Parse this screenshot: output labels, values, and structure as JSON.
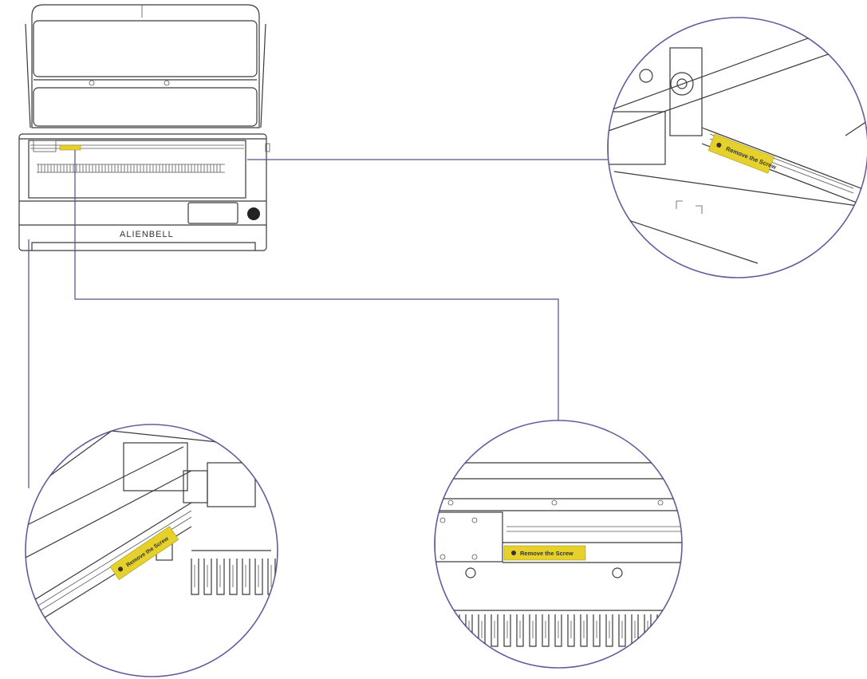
{
  "brand": {
    "logo_text": "ALIENBELL"
  },
  "callouts": {
    "top_right": {
      "tag_label": "Remove the Screw"
    },
    "bottom_left": {
      "tag_label": "Remove the Screw"
    },
    "bottom_right": {
      "tag_label": "Remove the Screw"
    }
  },
  "colors": {
    "tag_yellow": "#e6d12c",
    "callout_ring": "#6a5a9c",
    "line_art": "#3a3a3a"
  }
}
